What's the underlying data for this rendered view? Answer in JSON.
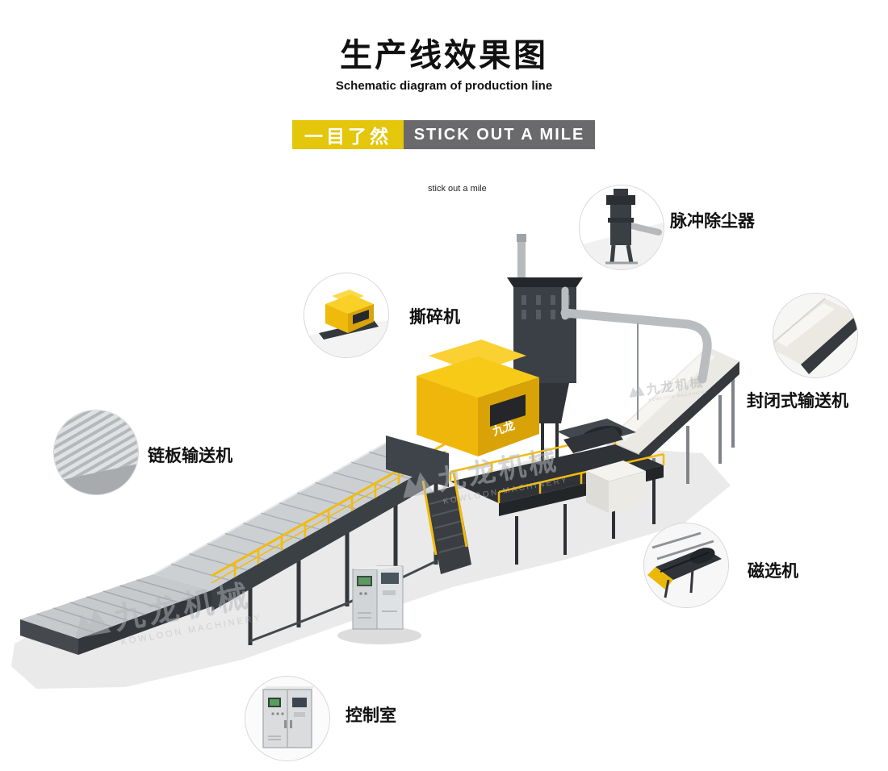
{
  "header": {
    "title": "生产线效果图",
    "subtitle": "Schematic diagram of production line"
  },
  "banner": {
    "left": "一目了然",
    "right": "STICK OUT A MILE",
    "caption": "stick out a mile"
  },
  "callouts": [
    {
      "name": "pulse-dust-collector",
      "label": "脉冲除尘器"
    },
    {
      "name": "shredder",
      "label": "撕碎机"
    },
    {
      "name": "enclosed-conveyor",
      "label": "封闭式输送机"
    },
    {
      "name": "chain-plate-conveyor",
      "label": "链板输送机"
    },
    {
      "name": "magnetic-separator",
      "label": "磁选机"
    },
    {
      "name": "control-room",
      "label": "控制室"
    }
  ],
  "watermark": {
    "cn": "九龙机械",
    "en": "KOWLOON MACHINERY"
  },
  "illustration": {
    "machine_badge": "九龙"
  },
  "colors": {
    "banner_yellow": "#e4c60b",
    "banner_gray": "#6a6a6c",
    "machine_yellow": "#f2ba0b",
    "machine_dark": "#3a3f44"
  }
}
